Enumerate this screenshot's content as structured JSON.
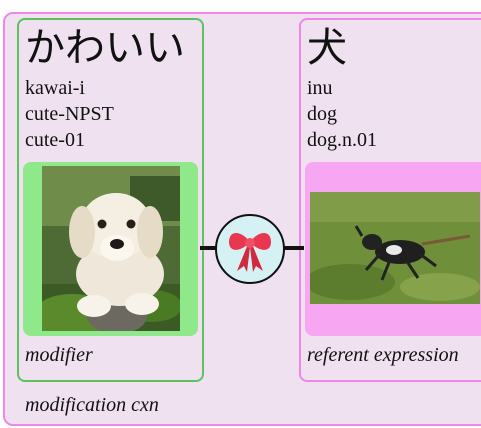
{
  "construction_label": "modification cxn",
  "modifier": {
    "word": "かわいい",
    "romanization": "kawai-i",
    "gloss": "cute-NPST",
    "sense": "cute-01",
    "image_icon": "white-puppy-photo",
    "role": "modifier"
  },
  "referent": {
    "word": "犬",
    "romanization": "inu",
    "gloss": "dog",
    "sense": "dog.n.01",
    "image_icon": "running-dog-photo",
    "role": "referent expression"
  },
  "connector_icon": "ribbon-bow-icon",
  "colors": {
    "modifier_border": "#5cc25f",
    "modifier_image_bg": "#8fe88a",
    "referent_border": "#ee88e8",
    "referent_image_bg": "#f7a6f2",
    "frame_border": "#ee88e8",
    "frame_bg": "#efe1f0",
    "connector_bg": "#d6f1f4",
    "ribbon": "#e8374e"
  }
}
